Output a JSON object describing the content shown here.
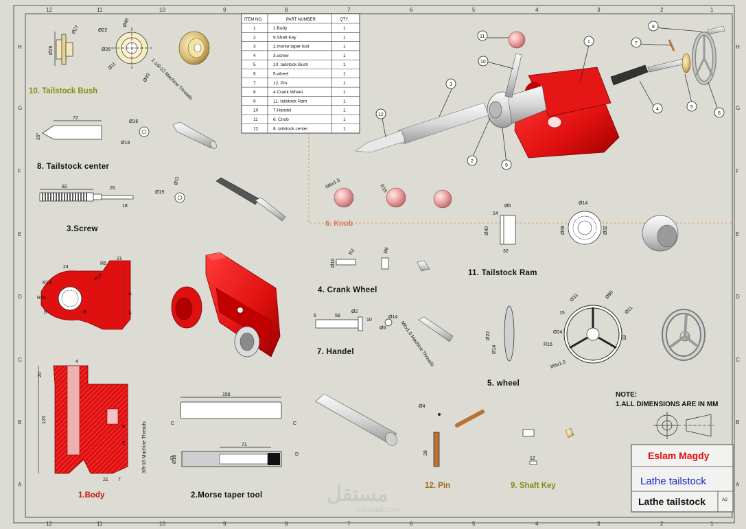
{
  "zones": {
    "top": [
      "12",
      "11",
      "10",
      "9",
      "8",
      "7",
      "6",
      "5",
      "4",
      "3",
      "2",
      "1"
    ],
    "bottom": [
      "12",
      "11",
      "10",
      "9",
      "8",
      "7",
      "6",
      "5",
      "4",
      "3",
      "2",
      "1"
    ],
    "left": [
      "H",
      "G",
      "F",
      "E",
      "D",
      "C",
      "B",
      "A"
    ],
    "right": [
      "H",
      "G",
      "F",
      "E",
      "D",
      "C",
      "B",
      "A"
    ]
  },
  "bom": {
    "headers": [
      "ITEM NO.",
      "PART NUMBER",
      "QTY."
    ],
    "rows": [
      {
        "no": "1",
        "part": "1.Body",
        "qty": "1"
      },
      {
        "no": "2",
        "part": "9.Shaft Key",
        "qty": "1"
      },
      {
        "no": "3",
        "part": "2.morse taper tool",
        "qty": "1"
      },
      {
        "no": "4",
        "part": "3.screw",
        "qty": "1"
      },
      {
        "no": "5",
        "part": "10. tailstock Bush",
        "qty": "1"
      },
      {
        "no": "6",
        "part": "5.wheel",
        "qty": "1"
      },
      {
        "no": "7",
        "part": "12. Pin",
        "qty": "1"
      },
      {
        "no": "8",
        "part": "4.Crank Wheel",
        "qty": "1"
      },
      {
        "no": "9",
        "part": "11. tailstock Ram",
        "qty": "1"
      },
      {
        "no": "10",
        "part": "7.Handel",
        "qty": "1"
      },
      {
        "no": "11",
        "part": "6. Cnob",
        "qty": "1"
      },
      {
        "no": "12",
        "part": "8. tailstock center",
        "qty": "1"
      }
    ]
  },
  "balloons": [
    "1",
    "2",
    "3",
    "4",
    "5",
    "6",
    "7",
    "8",
    "9",
    "10",
    "11",
    "12"
  ],
  "parts": {
    "p10": "10. Tailstock Bush",
    "p8": "8. Tailstock center",
    "p3": "3.Screw",
    "p6": "6. Knob",
    "p11": "11. Tailstock Ram",
    "p4": "4. Crank Wheel",
    "p7": "7. Handel",
    "p5": "5. wheel",
    "p1": "1.Body",
    "p2": "2.Morse taper tool",
    "p12": "12. Pin",
    "p9": "9. Shaft Key"
  },
  "dims": {
    "bush": [
      "Ø29",
      "Ø27",
      "Ø22",
      "Ø26",
      "Ø48",
      "Ø11",
      "Ø40",
      "1-1/8-12 Machine Threads"
    ],
    "center": [
      "72",
      "Ø16",
      "Ø18",
      "29°"
    ],
    "screw": [
      "82",
      "26",
      "18",
      "Ø19",
      "Ø11"
    ],
    "knob": [
      "M6x1.5",
      "R15"
    ],
    "ram": [
      "14",
      "Ø6",
      "Ø40",
      "32",
      "Ø14",
      "Ø49",
      "Ø32"
    ],
    "crank": [
      "R2",
      "Ø10",
      "Ø6"
    ],
    "handel": [
      "58",
      "Ø2",
      "10",
      "Ø14",
      "Ø6",
      "M6x1.0 Machine Threads",
      "6"
    ],
    "wheel": [
      "Ø33",
      "Ø90",
      "Ø11",
      "15",
      "Ø24",
      "R16",
      "M6x1.0",
      "18",
      "Ø22",
      "Ø14"
    ],
    "body": [
      "24",
      "R6",
      "21",
      "R16",
      "R14",
      "R26",
      "B",
      "B",
      "A",
      "A",
      "4",
      "20",
      "123",
      "21",
      "7",
      "3/8-16 Machine Threads",
      "E",
      "E"
    ],
    "morse": [
      "156",
      "C",
      "C",
      "71",
      "Ø18",
      "D",
      "D"
    ],
    "pin": [
      "Ø4",
      "28"
    ],
    "key": [
      "12"
    ]
  },
  "note": {
    "heading": "NOTE:",
    "text": "1.ALL DIMENSIONS ARE IN MM"
  },
  "title_block": {
    "designer": "Eslam Magdy",
    "title": "Lathe tailstock",
    "drawing_name": "Lathe tailstock",
    "sheet_size": "A2"
  },
  "watermark": {
    "arabic": "مستقل",
    "latin": "mostaql.com"
  },
  "colors": {
    "body_red": "#e01010",
    "steel": "#e6e6e6",
    "bronze": "#d8c27a",
    "knob_pink": "#e8a0a0",
    "pin_brown": "#b87333",
    "wheel_gray": "#bdbdbd"
  }
}
